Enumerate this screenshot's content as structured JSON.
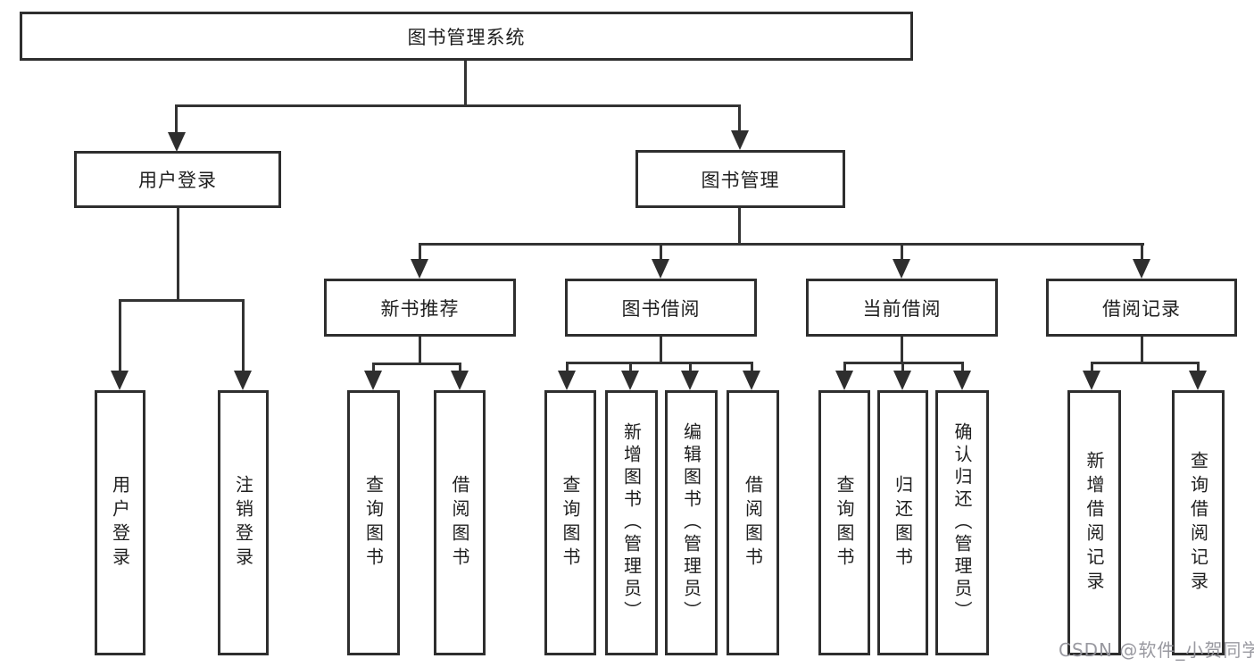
{
  "diagram": {
    "type": "hierarchy-tree",
    "nodes": {
      "root": "图书管理系统",
      "user_login": {
        "label": "用户登录",
        "children": {
          "login": "用户登录",
          "logout": "注销登录"
        }
      },
      "book_management": {
        "label": "图书管理",
        "children": {
          "new_book_recommend": {
            "label": "新书推荐",
            "children": {
              "query_books": "查询图书",
              "borrow_books": "借阅图书"
            }
          },
          "book_borrow": {
            "label": "图书借阅",
            "children": {
              "query_books": "查询图书",
              "add_books_admin": "新增图书（管理员）",
              "edit_books_admin": "编辑图书（管理员）",
              "borrow_books": "借阅图书"
            }
          },
          "current_borrow": {
            "label": "当前借阅",
            "children": {
              "query_books": "查询图书",
              "return_books": "归还图书",
              "confirm_return_admin": "确认归还（管理员）"
            }
          },
          "borrow_records": {
            "label": "借阅记录",
            "children": {
              "add_borrow_record": "新增借阅记录",
              "query_borrow_record": "查询借阅记录"
            }
          }
        }
      }
    }
  },
  "watermark": {
    "text": "CSDN @软件_小贺同学"
  },
  "colors": {
    "background": "#ffffff",
    "box_border": "#2e2e2e",
    "connector_line": "#333333",
    "text": "#1f1f1f",
    "watermark": "#94949b"
  }
}
